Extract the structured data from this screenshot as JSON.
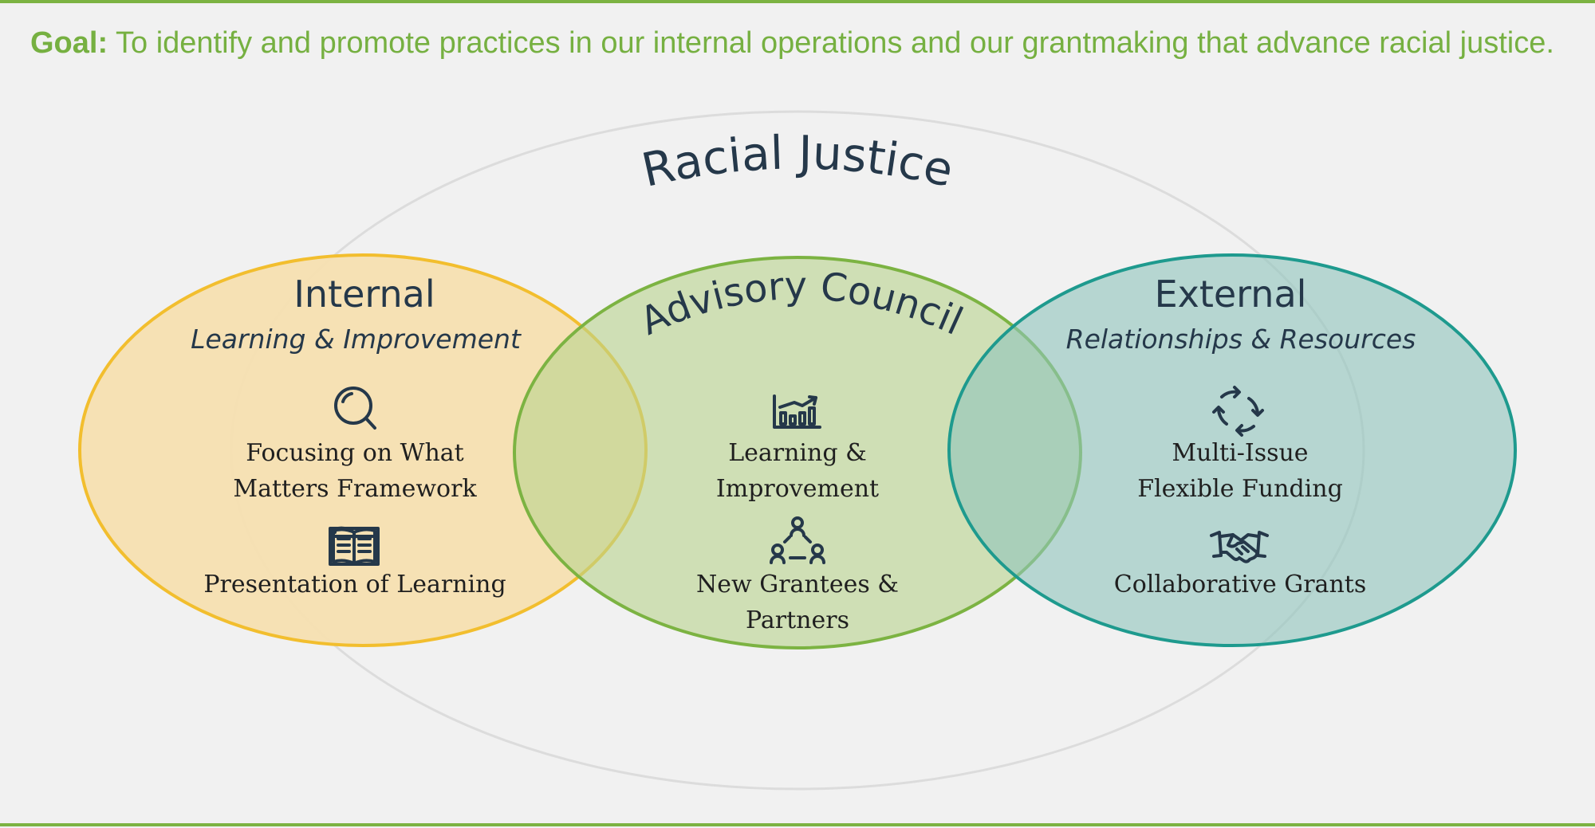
{
  "goal": {
    "label": "Goal:",
    "text": "To identify and promote practices in our internal operations and our grantmaking that advance racial justice."
  },
  "outer": {
    "title": "Racial Justice"
  },
  "internal": {
    "title": "Internal",
    "subtitle": "Learning & Improvement",
    "items": [
      {
        "icon": "magnifier-icon",
        "lines": [
          "Focusing on What",
          "Matters Framework"
        ]
      },
      {
        "icon": "open-book-icon",
        "lines": [
          "Presentation of Learning"
        ]
      }
    ]
  },
  "advisory": {
    "title": "Advisory Council",
    "items": [
      {
        "icon": "bar-chart-growth-icon",
        "lines": [
          "Learning &",
          "Improvement"
        ]
      },
      {
        "icon": "people-network-icon",
        "lines": [
          "New Grantees &",
          "Partners"
        ]
      }
    ]
  },
  "external": {
    "title": "External",
    "subtitle": "Relationships & Resources",
    "items": [
      {
        "icon": "circular-arrows-icon",
        "lines": [
          "Multi-Issue",
          "Flexible Funding"
        ]
      },
      {
        "icon": "handshake-icon",
        "lines": [
          "Collaborative Grants"
        ]
      }
    ]
  },
  "colors": {
    "accent_green": "#7cb342",
    "goal_text": "#76b041",
    "internal_fill": "#f5dfb0",
    "internal_stroke": "#f2be2e",
    "advisory_fill": "#c9dbb0",
    "advisory_stroke": "#7cb342",
    "external_fill": "#b7d6d2",
    "external_stroke": "#1e9a8e",
    "outer_stroke": "#d9d9d9",
    "heading": "#25384a"
  }
}
